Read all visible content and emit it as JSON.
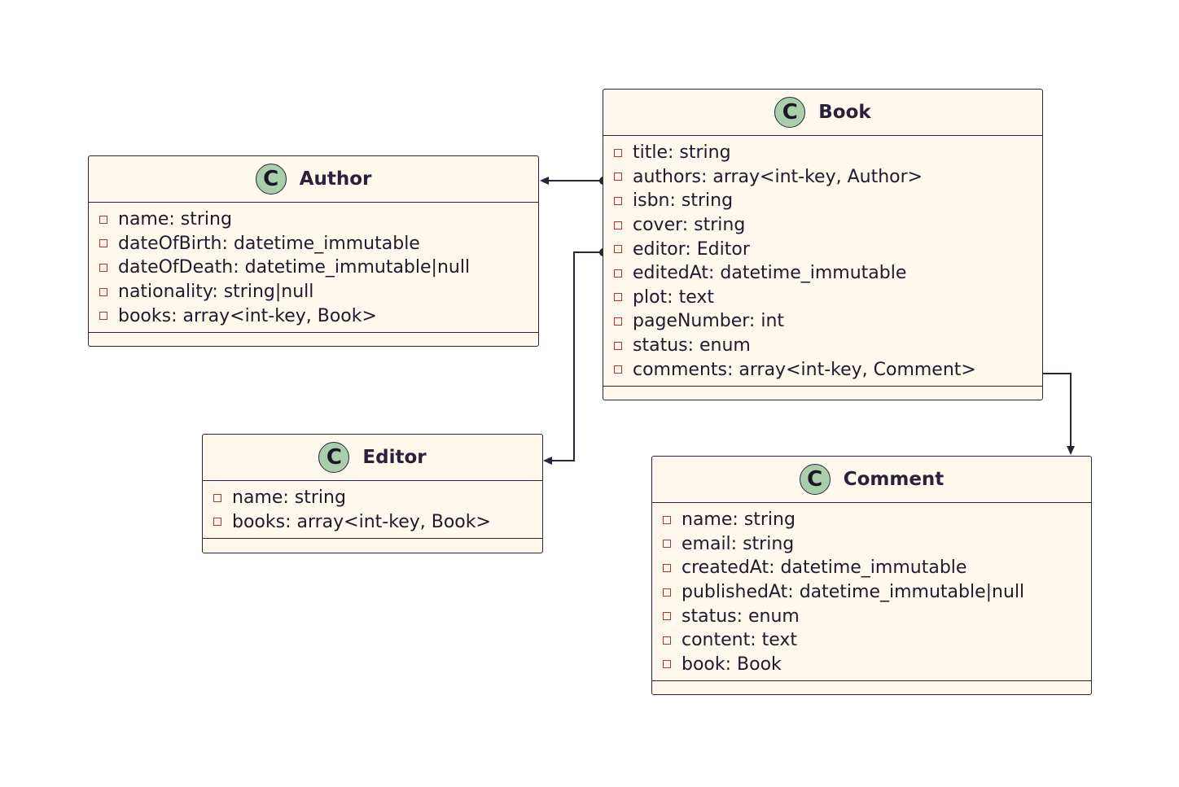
{
  "classes": {
    "author": {
      "stereotype": "C",
      "name": "Author",
      "fields": [
        "name: string",
        "dateOfBirth: datetime_immutable",
        "dateOfDeath: datetime_immutable|null",
        "nationality: string|null",
        "books: array<int-key, Book>"
      ]
    },
    "book": {
      "stereotype": "C",
      "name": "Book",
      "fields": [
        "title: string",
        "authors: array<int-key, Author>",
        "isbn: string",
        "cover: string",
        "editor: Editor",
        "editedAt: datetime_immutable",
        "plot: text",
        "pageNumber: int",
        "status: enum",
        "comments: array<int-key, Comment>"
      ]
    },
    "editor": {
      "stereotype": "C",
      "name": "Editor",
      "fields": [
        "name: string",
        "books: array<int-key, Book>"
      ]
    },
    "comment": {
      "stereotype": "C",
      "name": "Comment",
      "fields": [
        "name: string",
        "email: string",
        "createdAt: datetime_immutable",
        "publishedAt: datetime_immutable|null",
        "status: enum",
        "content: text",
        "book: Book"
      ]
    }
  },
  "relations": [
    {
      "from": "Book.authors",
      "to": "Author"
    },
    {
      "from": "Book.editor",
      "to": "Editor"
    },
    {
      "from": "Book.comments",
      "to": "Comment"
    }
  ],
  "colors": {
    "class_fill": "#fef8ed",
    "border": "#2b2438",
    "badge_fill": "#a8cfa9",
    "private_marker": "#c62a2a"
  }
}
